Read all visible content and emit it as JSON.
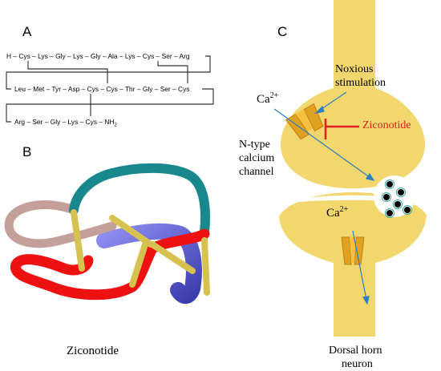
{
  "panels": {
    "a": {
      "letter": "A",
      "rows": [
        {
          "text": "H – Cys – Lys – Gly – Lys – Gly – Ala – Lys – Cys – Ser – Arg"
        },
        {
          "text": "Leu – Met – Tyr – Asp – Cys – Cys – Thr – Gly – Ser – Cys"
        },
        {
          "text": "Arg – Ser – Gly – Lys – Cys – NH",
          "sub": "2"
        }
      ]
    },
    "b": {
      "letter": "B",
      "caption": "Ziconotide",
      "colors": {
        "teal": "#18888c",
        "red": "#ee1111",
        "pink": "#c4a09a",
        "blue": "#3a3ad8",
        "yellow": "#d6c250"
      }
    },
    "c": {
      "letter": "C",
      "labels": {
        "noxious_line1": "Noxious",
        "noxious_line2": "stimulation",
        "ziconotide": "Ziconotide",
        "ca_top": "Ca",
        "ca_top_charge": "2+",
        "ca_bottom": "Ca",
        "ca_bottom_charge": "2+",
        "channel_line1": "N-type",
        "channel_line2": "calcium",
        "channel_line3": "channel",
        "neuron_line1": "Dorsal horn",
        "neuron_line2": "neuron"
      },
      "colors": {
        "neuron": "#f2d66e",
        "channel": "#e0a020",
        "arrow": "#2f7fc0",
        "inhibitor": "#e02020"
      }
    }
  }
}
